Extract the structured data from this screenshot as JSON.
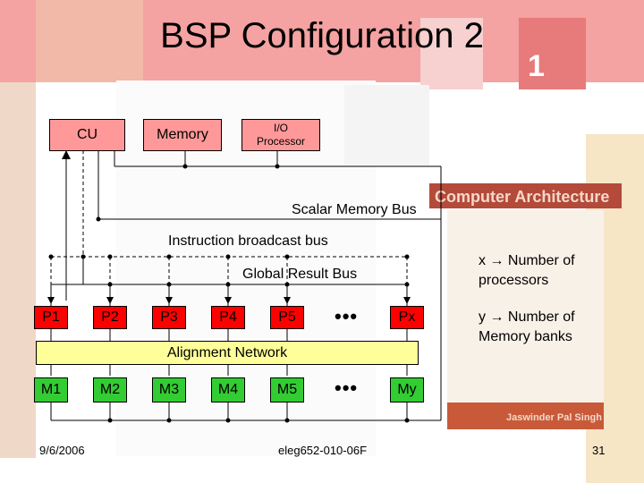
{
  "slide": {
    "title": "BSP Configuration 2",
    "date": "9/6/2006",
    "footer": "eleg652-010-06F",
    "page_number": "31"
  },
  "units": {
    "cu": "CU",
    "memory": "Memory",
    "io_line1": "I/O",
    "io_line2": "Processor"
  },
  "buses": {
    "scalar_memory": "Scalar Memory Bus",
    "instruction_broadcast": "Instruction broadcast bus",
    "global_result": "Global Result Bus",
    "alignment_network": "Alignment Network"
  },
  "processors": [
    "P1",
    "P2",
    "P3",
    "P4",
    "P5",
    "Px"
  ],
  "memories": [
    "M1",
    "M2",
    "M3",
    "M4",
    "M5",
    "My"
  ],
  "ellipsis": "•••",
  "notes": {
    "x_line1": "x → Number of",
    "x_line2": "processors",
    "y_line1": "y → Number of",
    "y_line2": "Memory banks"
  },
  "background_book": {
    "spine_title": "Computer Architecture",
    "author": "Jaswinder Pal Singh",
    "volume_number": "1"
  },
  "colors": {
    "header_band": "#f4a2a2",
    "unit_box": "#ff9999",
    "processor": "#ff0000",
    "memory_bank": "#33cc33",
    "network": "#ffff99"
  }
}
